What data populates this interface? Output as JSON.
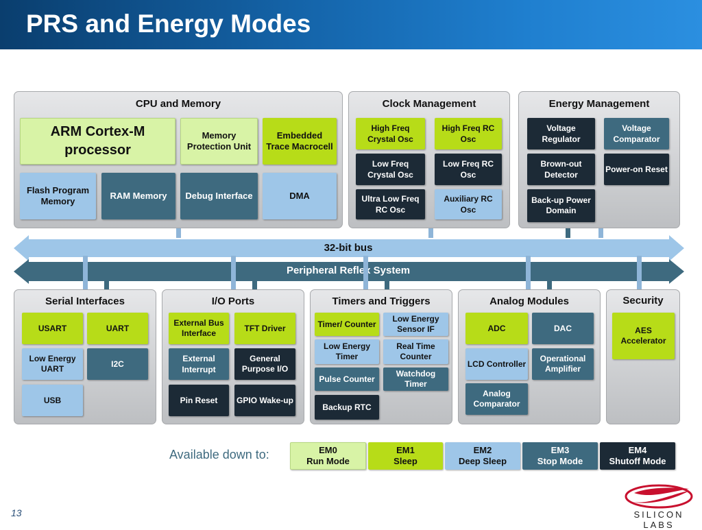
{
  "slide": {
    "title": "PRS and Energy Modes",
    "page_number": "13"
  },
  "cpu_memory": {
    "title": "CPU and Memory",
    "blocks": {
      "arm": "ARM Cortex-M processor",
      "mpu": "Memory Protection Unit",
      "etm": "Embedded Trace Macrocell",
      "flash": "Flash Program Memory",
      "ram": "RAM Memory",
      "debug": "Debug Interface",
      "dma": "DMA"
    }
  },
  "clock_management": {
    "title": "Clock Management",
    "blocks": {
      "hfxo": "High Freq Crystal Osc",
      "hfrco": "High Freq RC Osc",
      "lfxo": "Low Freq Crystal Osc",
      "lfrco": "Low Freq RC Osc",
      "ulfrco": "Ultra Low Freq RC Osc",
      "auxrco": "Auxiliary RC Osc"
    }
  },
  "energy_management": {
    "title": "Energy Management",
    "blocks": {
      "vreg": "Voltage Regulator",
      "vcomp": "Voltage Comparator",
      "bod": "Brown-out Detector",
      "por": "Power-on Reset",
      "backup": "Back-up Power Domain"
    }
  },
  "bus": {
    "main": "32-bit bus",
    "prs": "Peripheral Reflex System"
  },
  "serial_interfaces": {
    "title": "Serial Interfaces",
    "blocks": {
      "usart": "USART",
      "uart": "UART",
      "leuart": "Low Energy UART",
      "i2c": "I2C",
      "usb": "USB"
    }
  },
  "io_ports": {
    "title": "I/O Ports",
    "blocks": {
      "ebi": "External Bus Interface",
      "tft": "TFT Driver",
      "extint": "External Interrupt",
      "gpio": "General Purpose I/O",
      "pinreset": "Pin Reset",
      "wakeup": "GPIO Wake-up"
    }
  },
  "timers": {
    "title": "Timers and Triggers",
    "blocks": {
      "timer": "Timer/ Counter",
      "lesense": "Low Energy Sensor IF",
      "letimer": "Low Energy Timer",
      "rtc": "Real Time Counter",
      "pcnt": "Pulse Counter",
      "wdog": "Watchdog Timer",
      "burtc": "Backup RTC"
    }
  },
  "analog": {
    "title": "Analog Modules",
    "blocks": {
      "adc": "ADC",
      "dac": "DAC",
      "lcd": "LCD Controller",
      "opamp": "Operational Amplifier",
      "acmp": "Analog Comparator"
    }
  },
  "security": {
    "title": "Security",
    "blocks": {
      "aes": "AES Accelerator"
    }
  },
  "legend": {
    "label": "Available down to:",
    "modes": [
      {
        "code": "EM0",
        "name": "Run Mode",
        "color": "#d8f3a6"
      },
      {
        "code": "EM1",
        "name": "Sleep",
        "color": "#b7dc18"
      },
      {
        "code": "EM2",
        "name": "Deep Sleep",
        "color": "#9ec6e8"
      },
      {
        "code": "EM3",
        "name": "Stop Mode",
        "color": "#3e6a7f"
      },
      {
        "code": "EM4",
        "name": "Shutoff Mode",
        "color": "#1c2a36"
      }
    ]
  },
  "logo": {
    "text": "SILICON LABS",
    "color": "#c8102e"
  }
}
